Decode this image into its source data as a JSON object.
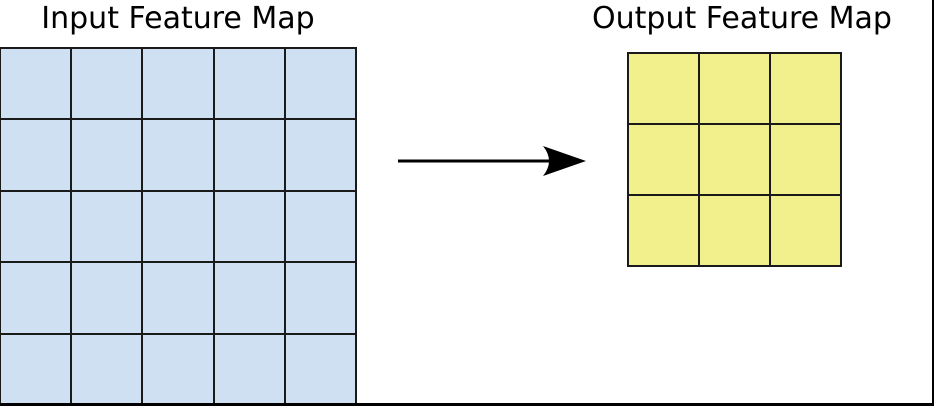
{
  "figure": {
    "background": "#ffffff",
    "border_color": "#000000"
  },
  "input_map": {
    "title": "Input Feature Map",
    "rows": 5,
    "cols": 5,
    "cell_color": "#cfe0f2",
    "line_color": "#1a1a1a"
  },
  "output_map": {
    "title": "Output Feature Map",
    "rows": 3,
    "cols": 3,
    "cell_color": "#f1f08c",
    "line_color": "#1a1a1a"
  },
  "arrow": {
    "color": "#000000",
    "direction": "right"
  }
}
